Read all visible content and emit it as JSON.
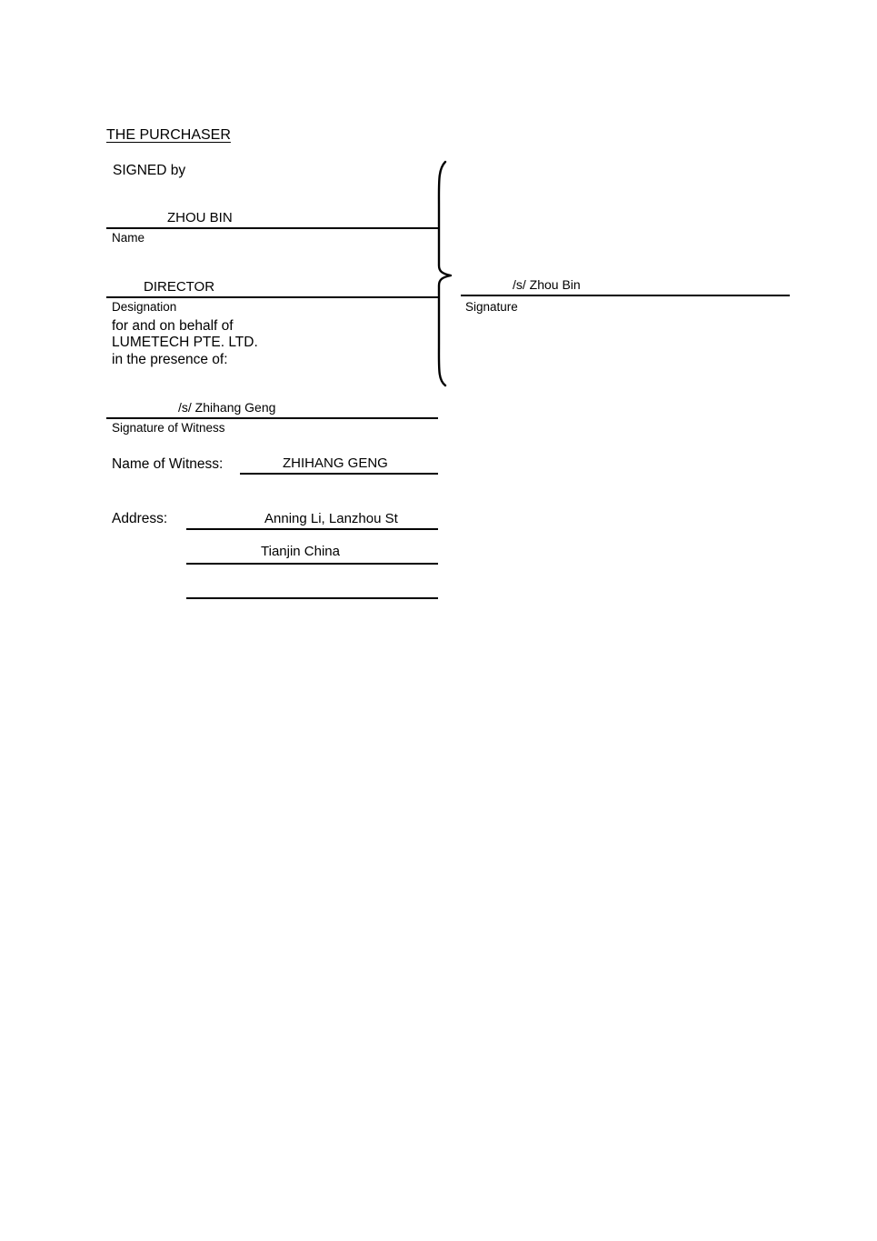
{
  "document": {
    "section_heading": "THE PURCHASER",
    "signed_by_label": "SIGNED by",
    "name_value": "ZHOU BIN",
    "name_caption": "Name",
    "designation_value": "DIRECTOR",
    "designation_caption": "Designation",
    "behalf_line_1": "for and on behalf of",
    "behalf_line_2": "LUMETECH PTE. LTD.",
    "behalf_line_3": "in the presence of:",
    "signature_value": "/s/ Zhou Bin",
    "signature_caption": "Signature",
    "witness_signature_value": "/s/ Zhihang Geng",
    "witness_signature_caption": "Signature of Witness",
    "witness_name_label": "Name of Witness:",
    "witness_name_value": "ZHIHANG GENG",
    "address_label": "Address:",
    "address_line_1": "Anning Li, Lanzhou St",
    "address_line_2": "Tianjin China",
    "address_line_3": ""
  },
  "colors": {
    "ink": "#000000",
    "paper": "#ffffff"
  }
}
